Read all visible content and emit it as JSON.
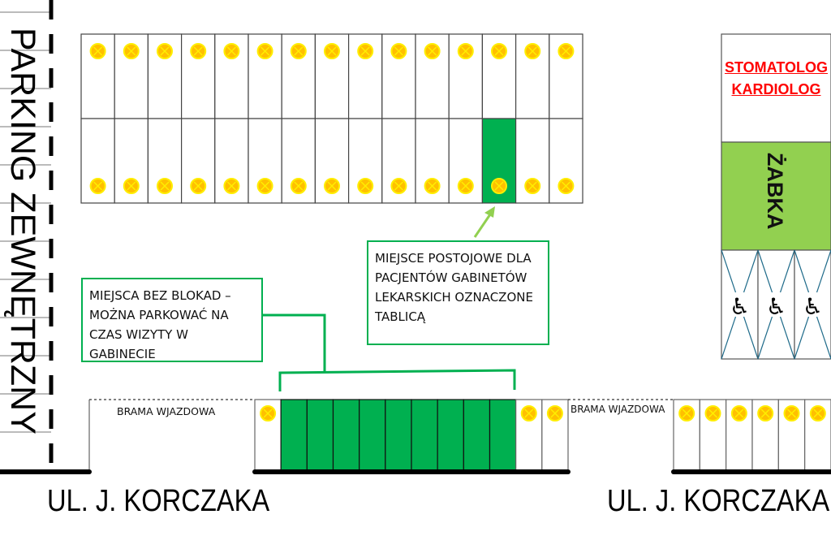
{
  "left_label": "PARKING ZEWNĘTRZNY",
  "street_left": "UL. J. KORCZAKA",
  "street_right": "UL. J. KORCZAKA",
  "gate_left": "BRAMA WJAZDOWA",
  "gate_right": "BRAMA WJAZDOWA",
  "building": {
    "clinic_line1": "STOMATOLOG",
    "clinic_line2": "KARDIOLOG",
    "shop": "ŻABKA",
    "disabled_spots": 3
  },
  "callout_free": "MIEJSCA BEZ BLOKAD – MOŻNA PARKOWAĆ NA CZAS WIZYTY W GABINECIE",
  "callout_patients": "MIEJSCE POSTOJOWE DLA PACJENTÓW GABINETÓW LEKARSKICH OZNACZONE TABLICĄ",
  "colors": {
    "green": "#00b050",
    "light_green": "#92d050",
    "lock": "#ffc000",
    "lock_ring": "#ffee00",
    "red": "#ff0000",
    "disabled_hatch": "#1f6b8a"
  },
  "lot_top": {
    "columns": 15,
    "patient_spot_column": 13
  },
  "strip_mid": {
    "cells": [
      "lock",
      "free",
      "free",
      "free",
      "free",
      "free",
      "free",
      "free",
      "free",
      "free",
      "lock",
      "lock"
    ]
  },
  "strip_right": {
    "cells": [
      "lock",
      "lock",
      "lock",
      "lock",
      "lock",
      "lock"
    ]
  }
}
